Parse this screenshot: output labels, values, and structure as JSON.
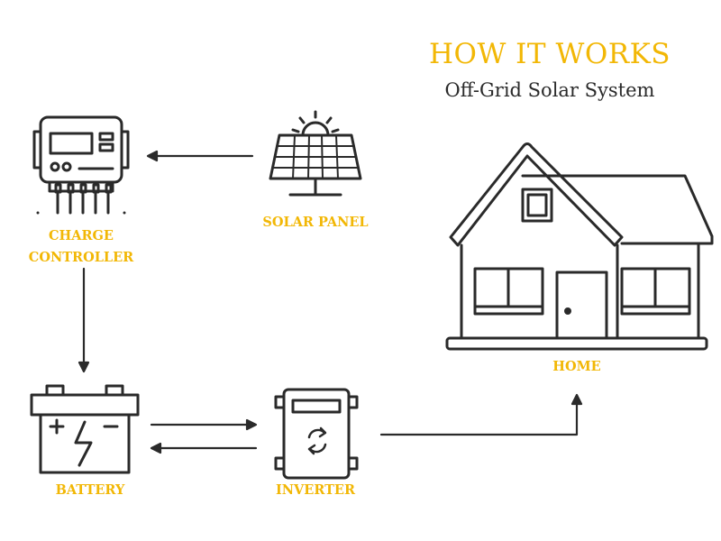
{
  "header": {
    "title": "HOW IT WORKS",
    "subtitle": "Off-Grid Solar System"
  },
  "components": {
    "charge_controller": {
      "line1": "CHARGE",
      "line2": "CONTROLLER",
      "icon": "charge-controller-icon"
    },
    "solar_panel": {
      "label": "SOLAR PANEL",
      "icon": "solar-panel-icon"
    },
    "home": {
      "label": "HOME",
      "icon": "house-icon"
    },
    "battery": {
      "label": "BATTERY",
      "icon": "battery-icon"
    },
    "inverter": {
      "label": "INVERTER",
      "icon": "inverter-icon"
    }
  },
  "colors": {
    "accent": "#f2b705",
    "line": "#2a2a2a"
  }
}
